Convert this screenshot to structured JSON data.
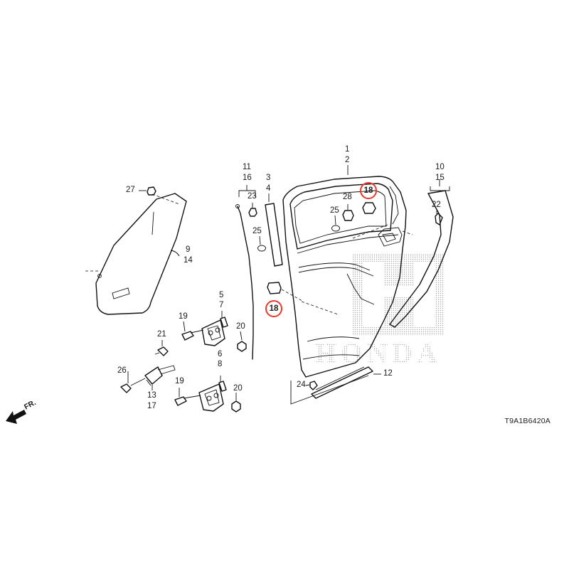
{
  "diagram": {
    "callouts": [
      {
        "id": "c1",
        "text": "1"
      },
      {
        "id": "c2",
        "text": "2"
      },
      {
        "id": "c3",
        "text": "3"
      },
      {
        "id": "c4",
        "text": "4"
      },
      {
        "id": "c5",
        "text": "5"
      },
      {
        "id": "c6",
        "text": "6"
      },
      {
        "id": "c7",
        "text": "7"
      },
      {
        "id": "c8",
        "text": "8"
      },
      {
        "id": "c9",
        "text": "9"
      },
      {
        "id": "c10",
        "text": "10"
      },
      {
        "id": "c11",
        "text": "11"
      },
      {
        "id": "c12",
        "text": "12"
      },
      {
        "id": "c13",
        "text": "13"
      },
      {
        "id": "c14",
        "text": "14"
      },
      {
        "id": "c15",
        "text": "15"
      },
      {
        "id": "c16",
        "text": "16"
      },
      {
        "id": "c17",
        "text": "17"
      },
      {
        "id": "c18a",
        "text": "18"
      },
      {
        "id": "c18b",
        "text": "18"
      },
      {
        "id": "c19a",
        "text": "19"
      },
      {
        "id": "c19b",
        "text": "19"
      },
      {
        "id": "c20a",
        "text": "20"
      },
      {
        "id": "c20b",
        "text": "20"
      },
      {
        "id": "c21",
        "text": "21"
      },
      {
        "id": "c22",
        "text": "22"
      },
      {
        "id": "c23",
        "text": "23"
      },
      {
        "id": "c24",
        "text": "24"
      },
      {
        "id": "c25a",
        "text": "25"
      },
      {
        "id": "c25b",
        "text": "25"
      },
      {
        "id": "c26",
        "text": "26"
      },
      {
        "id": "c27",
        "text": "27"
      },
      {
        "id": "c28",
        "text": "28"
      }
    ],
    "highlight_color": "#e8392b",
    "diagram_code": "T9A1B6420A",
    "direction_label": "FR.",
    "watermark_brand": "HONDA"
  }
}
